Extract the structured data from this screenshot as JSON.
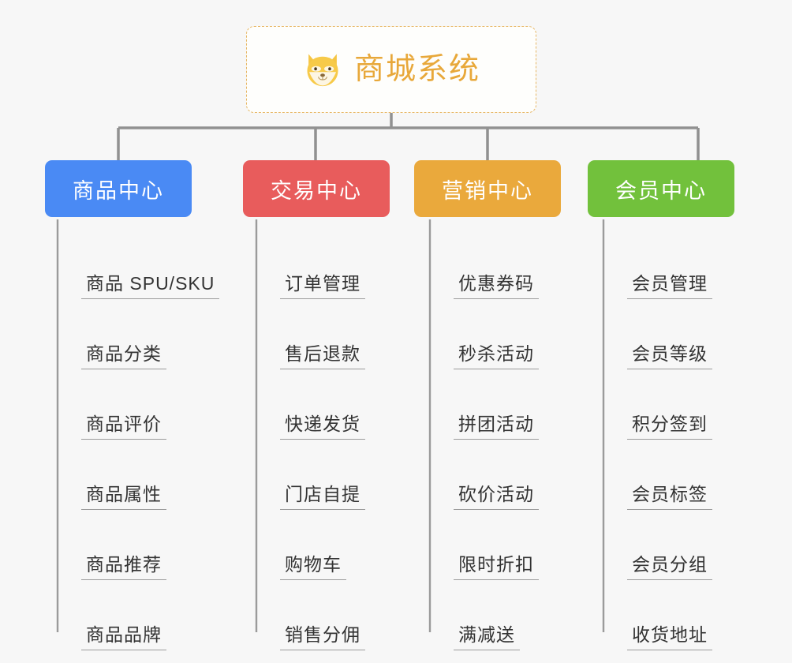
{
  "diagram": {
    "title": "商城系统",
    "background_color": "#f7f7f7",
    "root": {
      "label": "商城系统",
      "icon": "shiba-dog-icon",
      "text_color": "#e8a83a",
      "border_color": "#e7b765",
      "background_color": "#fefefc"
    },
    "branches": [
      {
        "label": "商品中心",
        "color": "#4a8af4",
        "items": [
          "商品 SPU/SKU",
          "商品分类",
          "商品评价",
          "商品属性",
          "商品推荐",
          "商品品牌"
        ]
      },
      {
        "label": "交易中心",
        "color": "#e85c5c",
        "items": [
          "订单管理",
          "售后退款",
          "快递发货",
          "门店自提",
          "购物车",
          "销售分佣"
        ]
      },
      {
        "label": "营销中心",
        "color": "#eaa93c",
        "items": [
          "优惠券码",
          "秒杀活动",
          "拼团活动",
          "砍价活动",
          "限时折扣",
          "满减送"
        ]
      },
      {
        "label": "会员中心",
        "color": "#72c13c",
        "items": [
          "会员管理",
          "会员等级",
          "积分签到",
          "会员标签",
          "会员分组",
          "收货地址"
        ]
      }
    ],
    "connector_color": "#919191"
  }
}
